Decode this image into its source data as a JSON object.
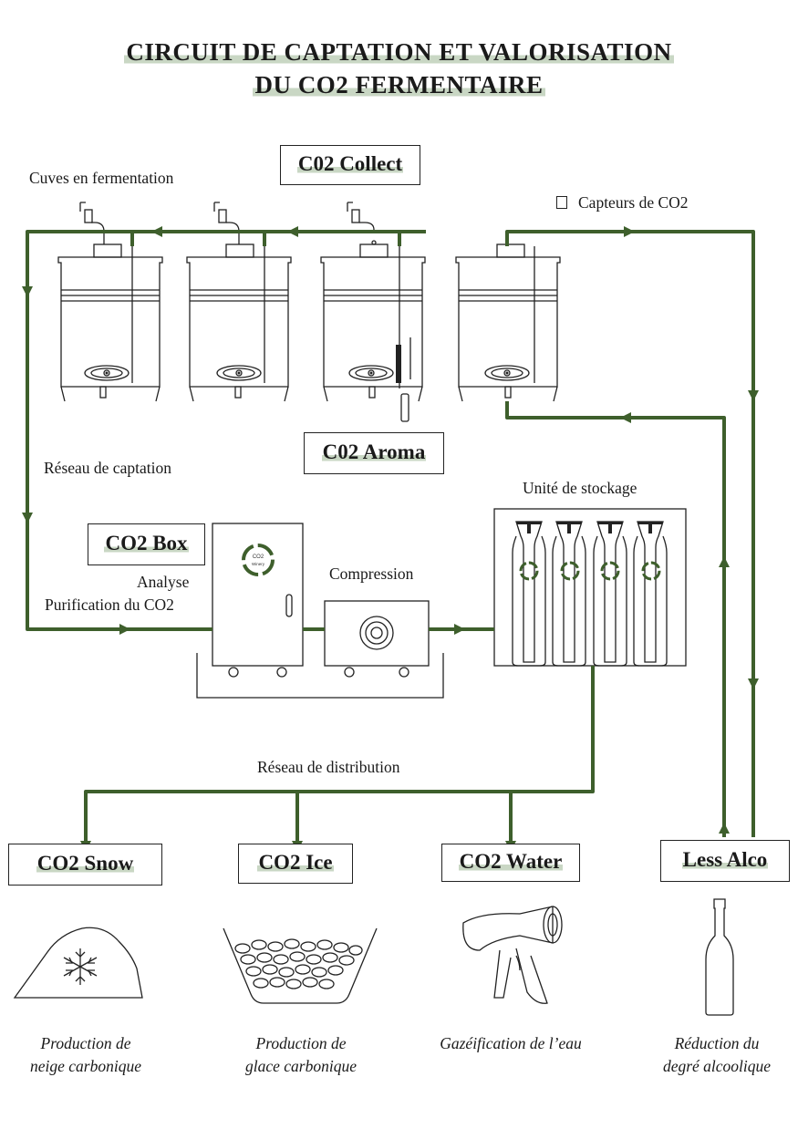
{
  "title": {
    "line1": "CIRCUIT DE CAPTATION ET VALORISATION",
    "line2": "DU CO2 FERMENTAIRE"
  },
  "modules": {
    "collect": "C02 Collect",
    "aroma": "C02 Aroma",
    "box": "CO2 Box",
    "snow": "CO2 Snow",
    "ice": "CO2 Ice",
    "water": "CO2 Water",
    "less_alco": "Less Alco"
  },
  "labels": {
    "tanks": "Cuves en fermentation",
    "sensors": "Capteurs de CO2",
    "capture_network": "Réseau de captation",
    "analysis": "Analyse",
    "purification": "Purification du CO2",
    "compression": "Compression",
    "storage": "Unité de stockage",
    "distribution_network": "Réseau de distribution",
    "box_logo": "CO2 Winery"
  },
  "captions": {
    "snow": [
      "Production de",
      "neige carbonique"
    ],
    "ice": [
      "Production de",
      "glace carbonique"
    ],
    "water": [
      "Gazéification de l’eau"
    ],
    "less_alco": [
      "Réduction du",
      "degré alcoolique"
    ]
  },
  "colors": {
    "pipe": "#3e5f2c",
    "highlight": "#c9d7c4",
    "line": "#222222"
  }
}
